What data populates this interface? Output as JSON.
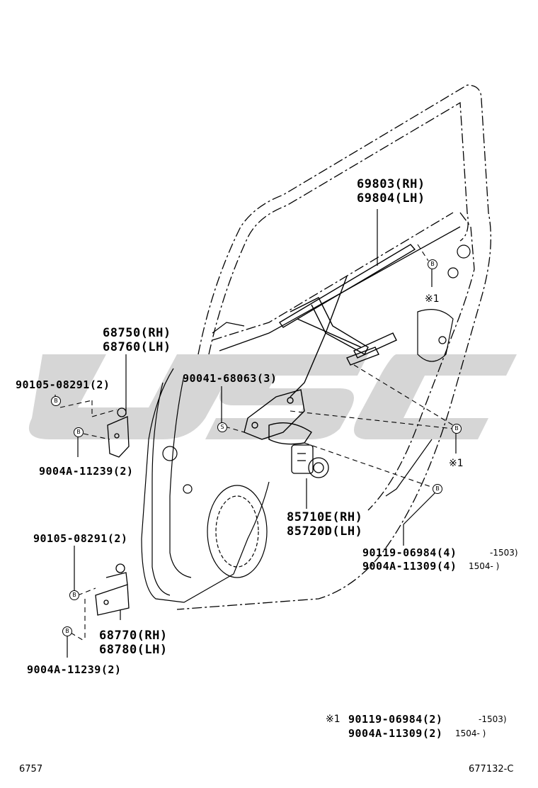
{
  "watermark": {
    "text": "USC",
    "color": "#c8c8c8"
  },
  "callouts": {
    "regulator": [
      "69803(RH)",
      "69804(LH)"
    ],
    "upper_hinge": [
      "68750(RH)",
      "68760(LH)"
    ],
    "upper_hinge_bolt": "90105-08291(2)",
    "regulator_bolt": "90041-68063(3)",
    "upper_hinge_nut": "9004A-11239(2)",
    "motor": [
      "85710E(RH)",
      "85720D(LH)"
    ],
    "lower_hinge_bolt": "90105-08291(2)",
    "lower_hinge": [
      "68770(RH)",
      "68780(LH)"
    ],
    "lower_hinge_nut": "9004A-11239(2)",
    "regulator_mount_bolts": [
      "90119-06984(4)",
      "9004A-11309(4)"
    ],
    "regulator_mount_ranges": [
      "-1503)",
      "1504-    )"
    ],
    "ref_mark": "※1"
  },
  "footnote": {
    "mark": "※1",
    "lines": [
      "90119-06984(2)",
      "9004A-11309(2)"
    ],
    "ranges": [
      "-1503)",
      "1504-    )"
    ]
  },
  "glyphs": {
    "bolt": "B",
    "screw": "S"
  },
  "footer": {
    "left": "6757",
    "right": "677132-C"
  }
}
